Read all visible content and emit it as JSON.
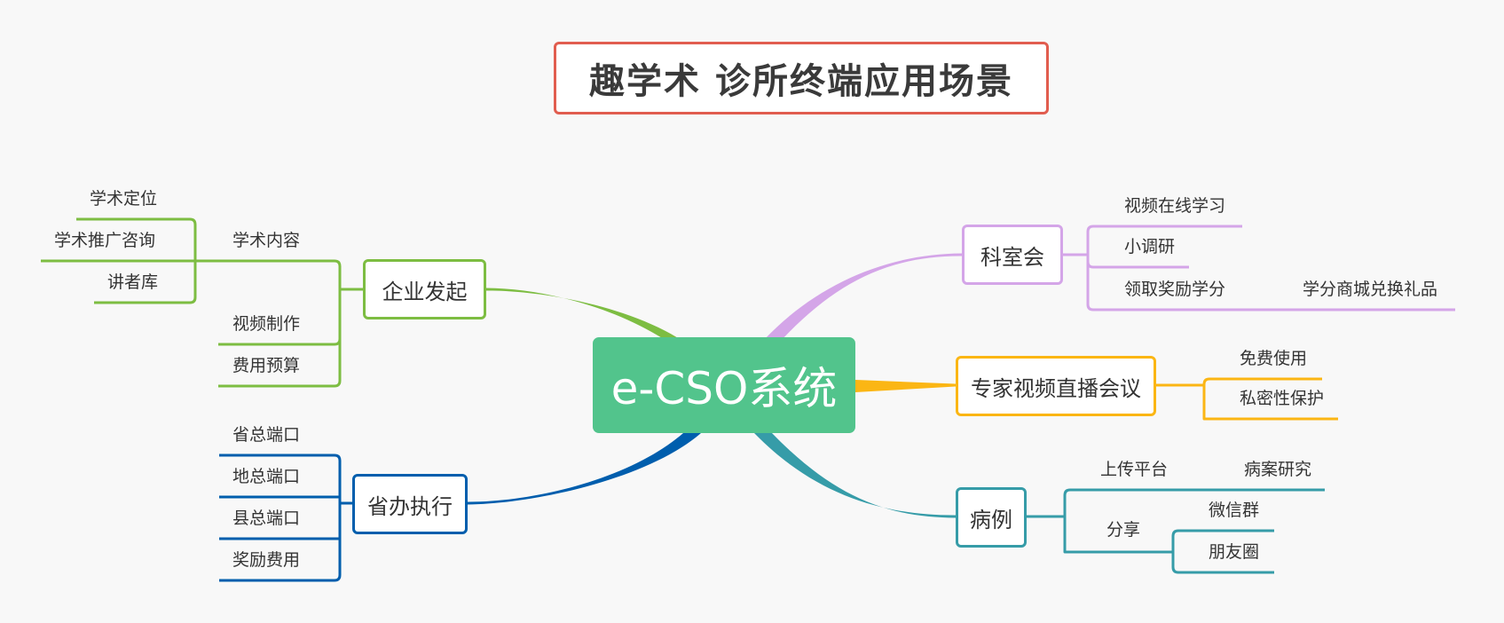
{
  "title": "趣学术  诊所终端应用场景",
  "center": {
    "label": "e-CSO系统",
    "color": "#52c48c"
  },
  "branches": [
    {
      "id": "enterprise",
      "label": "企业发起",
      "color": "#7dbd42",
      "children": [
        {
          "label": "学术内容",
          "children": [
            {
              "label": "学术定位"
            },
            {
              "label": "学术推广咨询"
            },
            {
              "label": "讲者库"
            }
          ]
        },
        {
          "label": "视频制作"
        },
        {
          "label": "费用预算"
        }
      ]
    },
    {
      "id": "province",
      "label": "省办执行",
      "color": "#005ead",
      "children": [
        {
          "label": "省总端口"
        },
        {
          "label": "地总端口"
        },
        {
          "label": "县总端口"
        },
        {
          "label": "奖励费用"
        }
      ]
    },
    {
      "id": "department",
      "label": "科室会",
      "color": "#d4a5e8",
      "children": [
        {
          "label": "视频在线学习"
        },
        {
          "label": "小调研"
        },
        {
          "label": "领取奖励学分",
          "children": [
            {
              "label": "学分商城兑换礼品"
            }
          ]
        }
      ]
    },
    {
      "id": "expert",
      "label": "专家视频直播会议",
      "color": "#fbb614",
      "children": [
        {
          "label": "免费使用"
        },
        {
          "label": "私密性保护"
        }
      ]
    },
    {
      "id": "cases",
      "label": "病例",
      "color": "#369ca8",
      "children": [
        {
          "label": "上传平台",
          "children": [
            {
              "label": "病案研究"
            }
          ]
        },
        {
          "label": "分享",
          "children": [
            {
              "label": "微信群"
            },
            {
              "label": "朋友圈"
            }
          ]
        }
      ]
    }
  ]
}
